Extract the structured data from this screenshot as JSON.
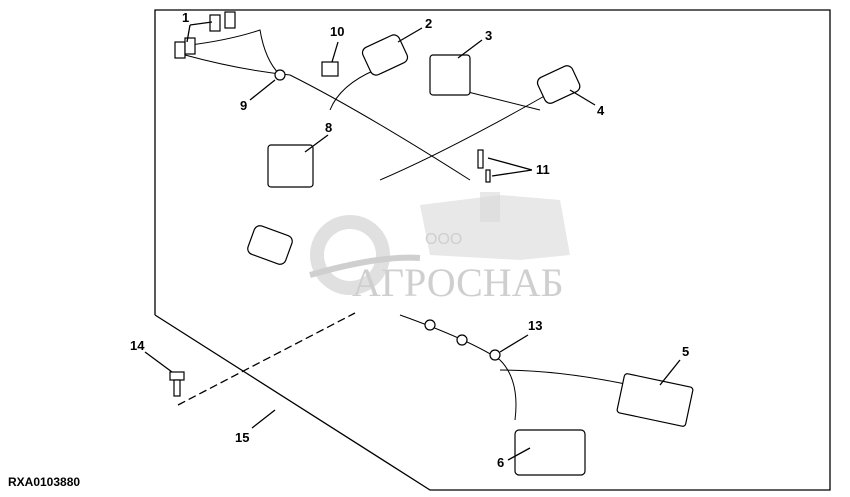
{
  "figure_code": "RXA0103880",
  "callouts": [
    "1",
    "2",
    "3",
    "4",
    "5",
    "6",
    "8",
    "9",
    "10",
    "11",
    "13",
    "14",
    "15"
  ],
  "watermark": {
    "prefix": "ООО",
    "name": "АГРОСНАБ"
  }
}
